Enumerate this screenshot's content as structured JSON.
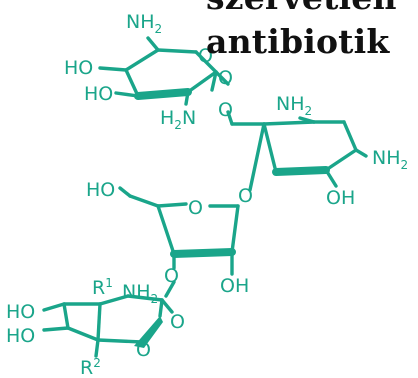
{
  "caption": {
    "line1": "szervetlen",
    "line2": "antibiotik"
  },
  "labels": {
    "nh2": "NH",
    "sub2": "2",
    "h2n_h": "H",
    "h2n_n": "N",
    "ho": "HO",
    "oh": "OH",
    "o": "O",
    "r": "R",
    "sup1": "1",
    "sup2": "2"
  },
  "colors": {
    "structure": "#1aa58a",
    "text": "#111111",
    "background": "#ffffff"
  }
}
